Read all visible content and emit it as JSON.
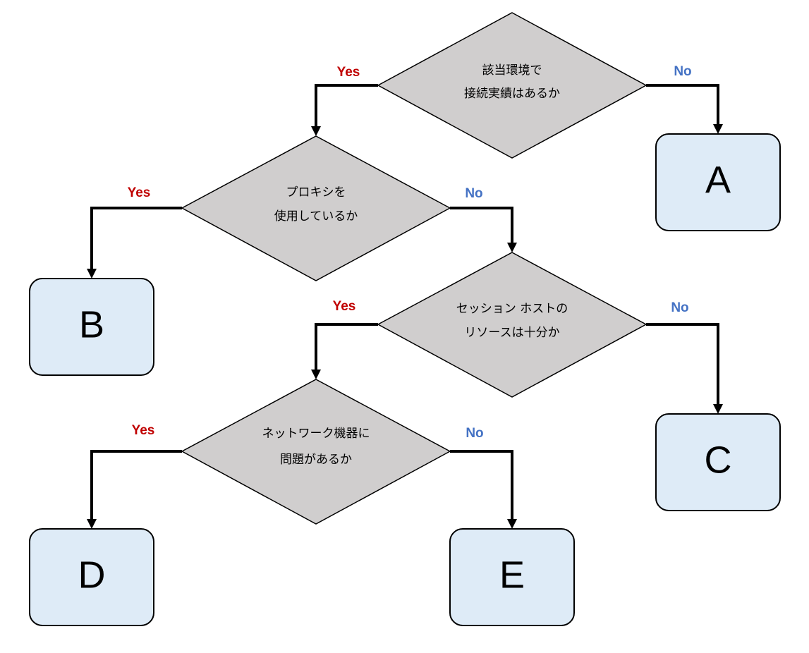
{
  "colors": {
    "yes": "#c00000",
    "no": "#4472c4",
    "decision_fill": "#d0cece",
    "outcome_fill": "#deebf7",
    "line": "#000000"
  },
  "decisions": [
    {
      "lines": [
        "該当環境で",
        "接続実績はあるか"
      ],
      "yes": "Yes",
      "no": "No"
    },
    {
      "lines": [
        "プロキシを",
        "使用しているか"
      ],
      "yes": "Yes",
      "no": "No"
    },
    {
      "lines": [
        "セッション ホストの",
        "リソースは十分か"
      ],
      "yes": "Yes",
      "no": "No"
    },
    {
      "lines": [
        "ネットワーク機器に",
        "問題があるか"
      ],
      "yes": "Yes",
      "no": "No"
    }
  ],
  "outcomes": [
    "A",
    "B",
    "C",
    "D",
    "E"
  ]
}
